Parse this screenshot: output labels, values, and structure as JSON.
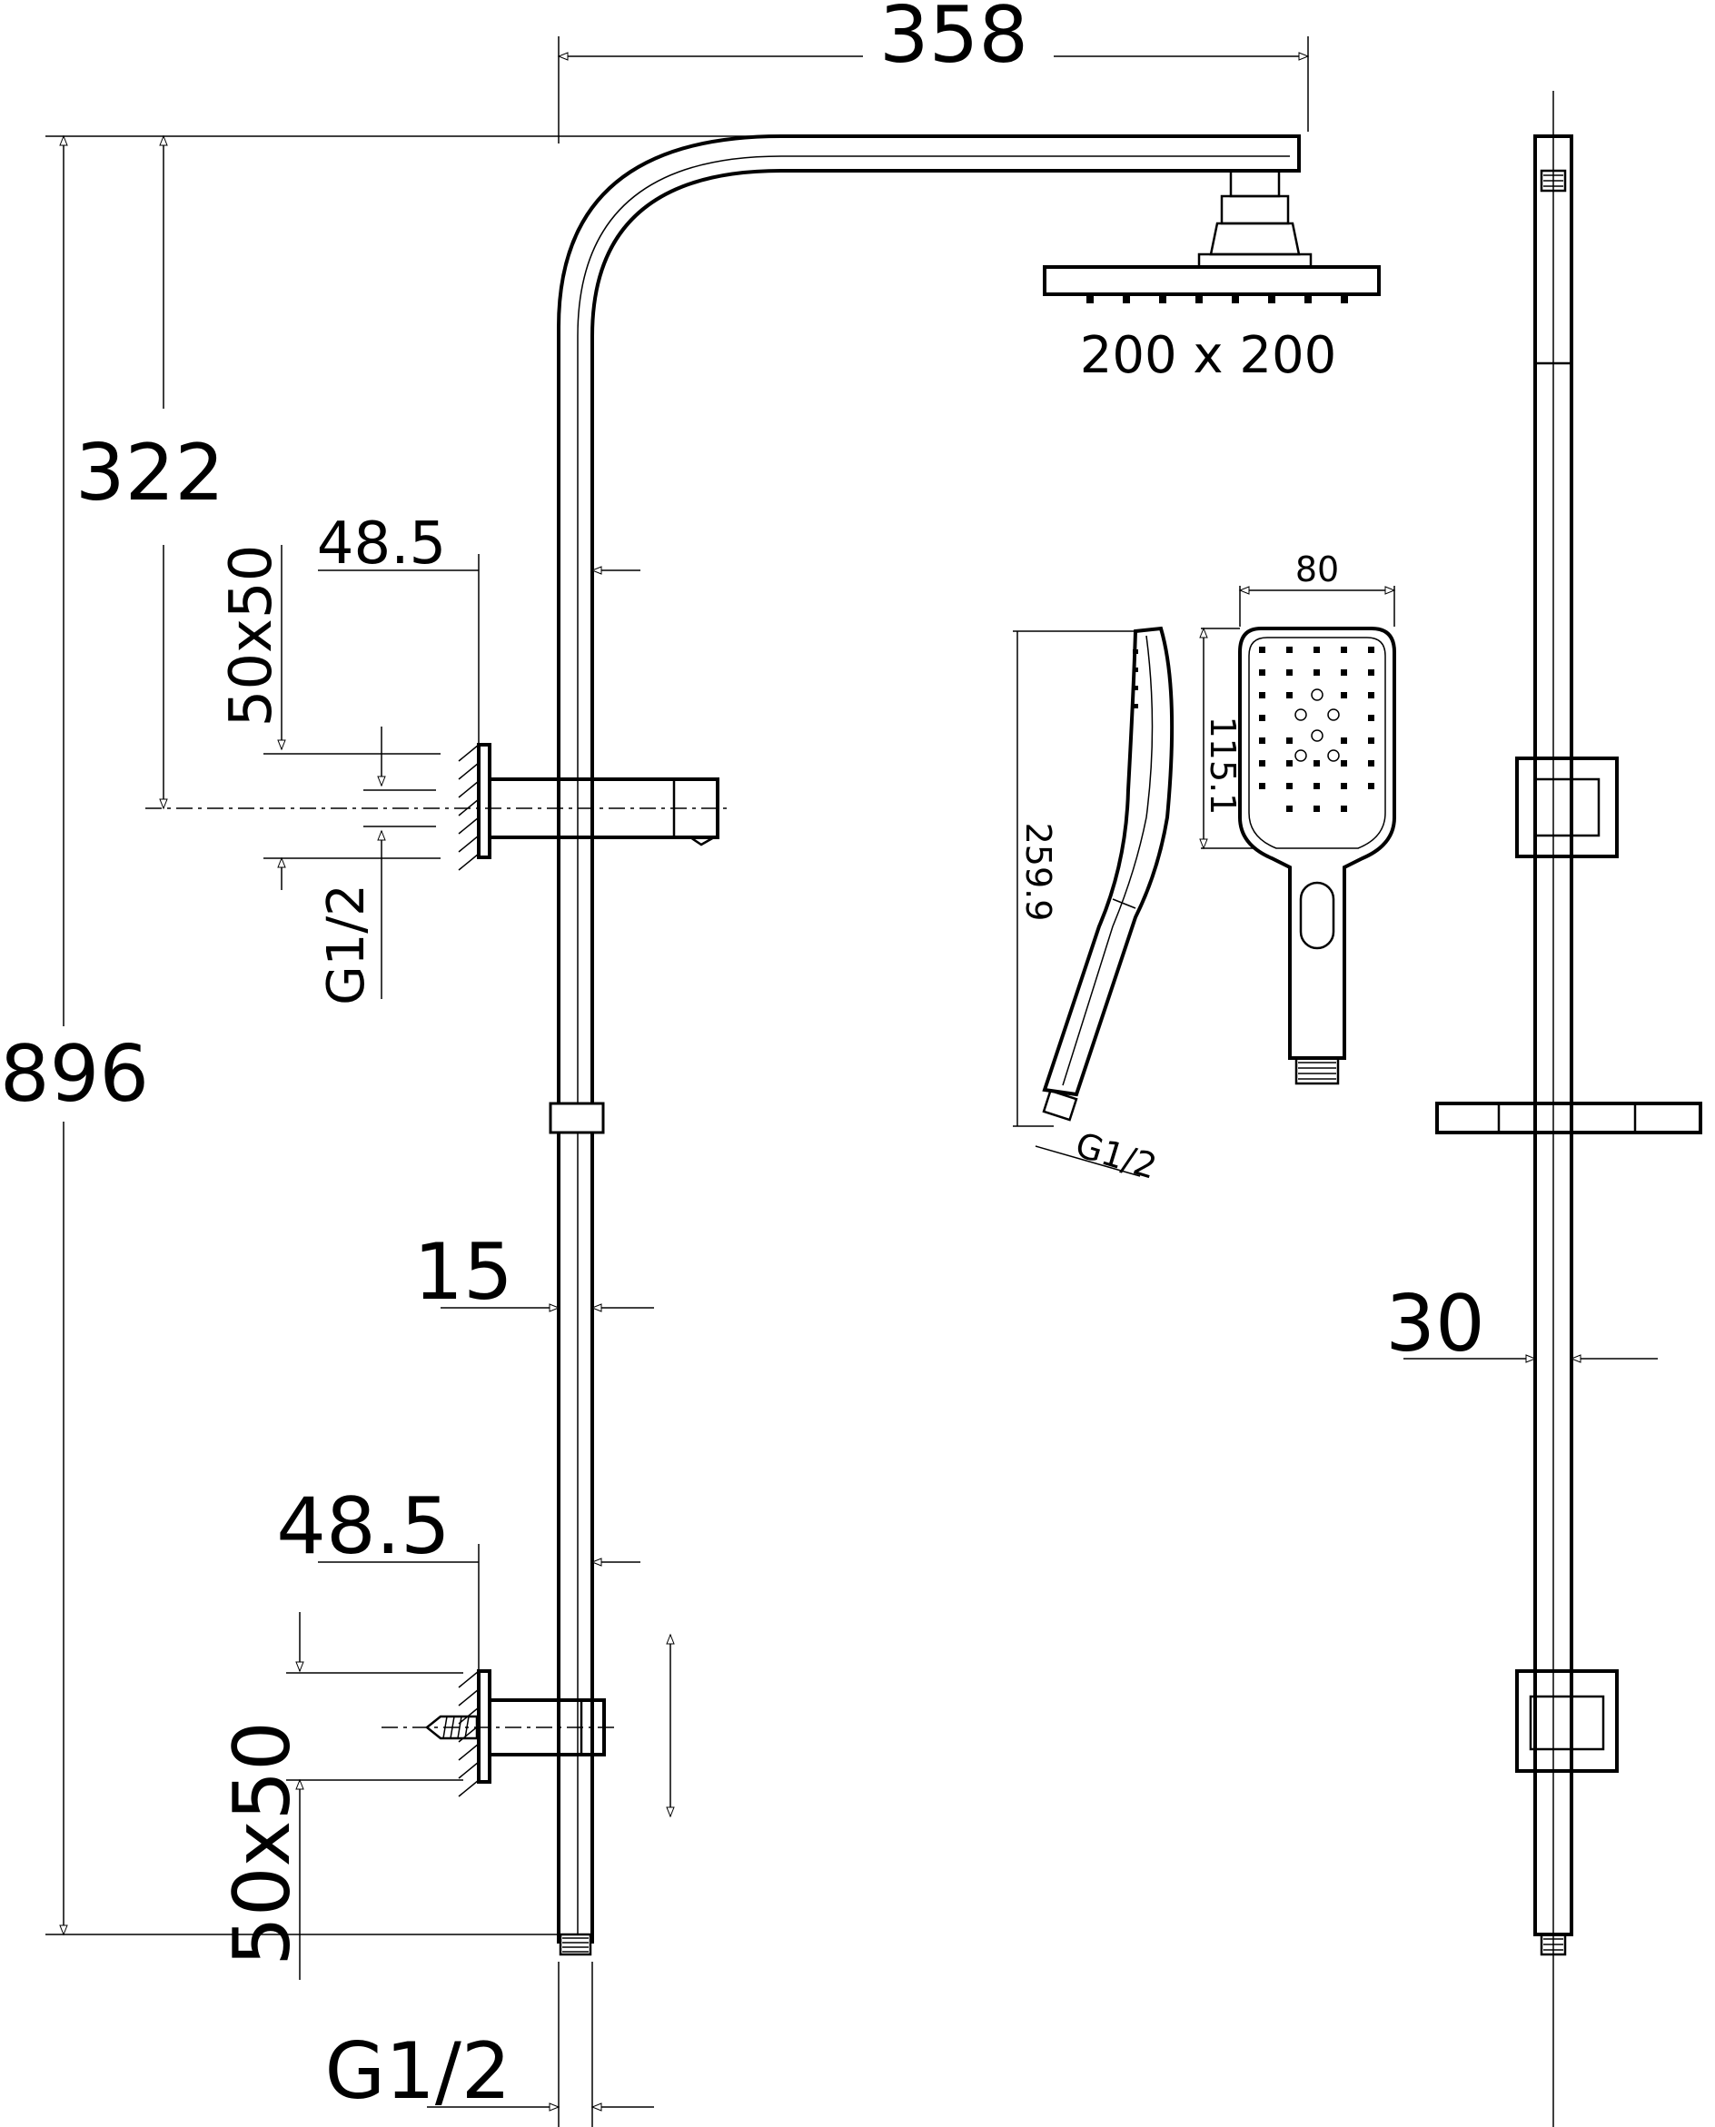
{
  "dimensions": {
    "top_arm_length": "358",
    "head_upper": "322",
    "total_height": "896",
    "upper_offset": "48.5",
    "lower_offset": "48.5",
    "upper_bracket": "50x50",
    "lower_bracket": "50x50",
    "upper_thread": "G1/2",
    "bottom_thread": "G1/2",
    "pipe_dia": "15",
    "rail_width": "30",
    "head_size": "200 x 200",
    "hand_width": "80",
    "hand_head_len": "115.1",
    "hand_total_len": "259.9",
    "hand_thread": "G1/2"
  }
}
